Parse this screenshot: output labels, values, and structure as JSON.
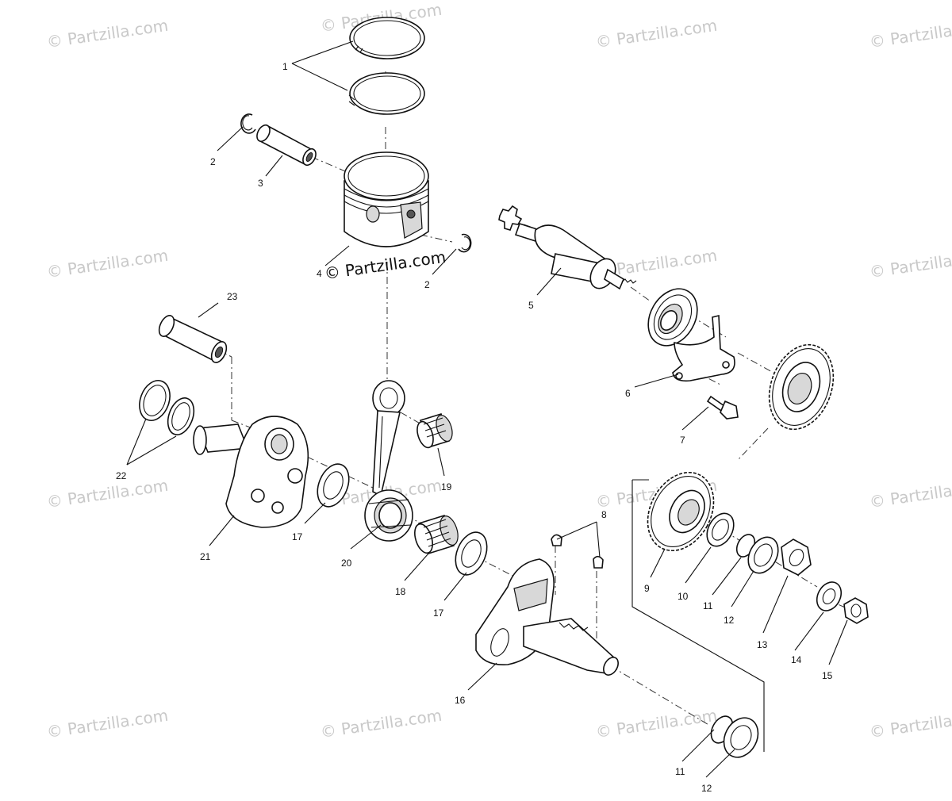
{
  "watermark": {
    "text": "© Partzilla.com",
    "color": "#c9c9c9",
    "overlay_text": "© Partzilla.com"
  },
  "callouts": [
    "1",
    "2",
    "3",
    "2",
    "4",
    "5",
    "6",
    "7",
    "8",
    "9",
    "10",
    "11",
    "12",
    "13",
    "14",
    "15",
    "16",
    "17",
    "17",
    "18",
    "19",
    "20",
    "21",
    "22",
    "23",
    "11",
    "12"
  ],
  "icons": [
    "piston-rings",
    "circlip",
    "piston-pin",
    "piston",
    "bearing",
    "balance-shaft",
    "gear",
    "crankshaft",
    "connecting-rod",
    "woodruff-key",
    "nut",
    "washer",
    "bolt"
  ]
}
